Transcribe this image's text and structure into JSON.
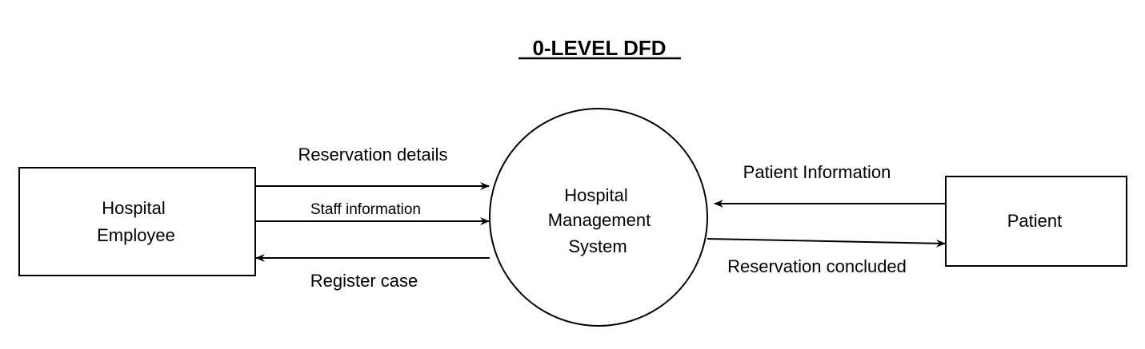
{
  "title": "0-LEVEL DFD",
  "entities": {
    "employee": {
      "line1": "Hospital",
      "line2": "Employee"
    },
    "patient": {
      "label": "Patient"
    }
  },
  "process": {
    "line1": "Hospital",
    "line2": "Management",
    "line3": "System"
  },
  "flows": {
    "reservation_details": "Reservation details",
    "staff_information": "Staff information",
    "register_case": "Register case",
    "patient_information": "Patient Information",
    "reservation_concluded": "Reservation concluded"
  },
  "colors": {
    "stroke": "#000000",
    "background": "#ffffff"
  }
}
